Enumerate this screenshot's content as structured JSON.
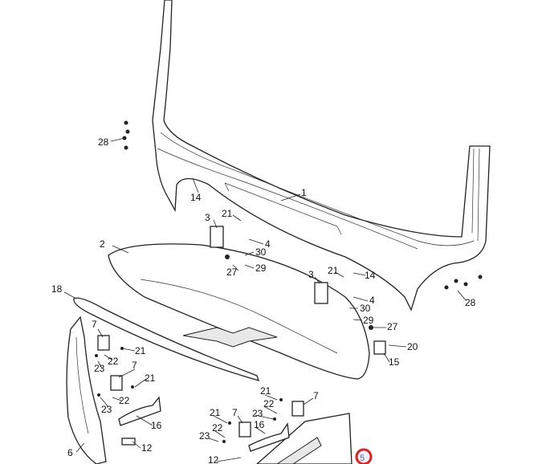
{
  "diagram": {
    "title": "Liftgate spoiler and lamp assembly exploded view",
    "callouts": [
      "28",
      "14",
      "1",
      "3",
      "21",
      "4",
      "30",
      "27",
      "29",
      "2",
      "14",
      "3",
      "21",
      "4",
      "30",
      "29",
      "27",
      "20",
      "15",
      "28",
      "18",
      "7",
      "21",
      "22",
      "23",
      "7",
      "21",
      "22",
      "23",
      "16",
      "6",
      "12",
      "21",
      "22",
      "7",
      "23",
      "16",
      "21",
      "7",
      "22",
      "23",
      "12"
    ],
    "page_marker": "5",
    "marker_color": "#e02020"
  }
}
